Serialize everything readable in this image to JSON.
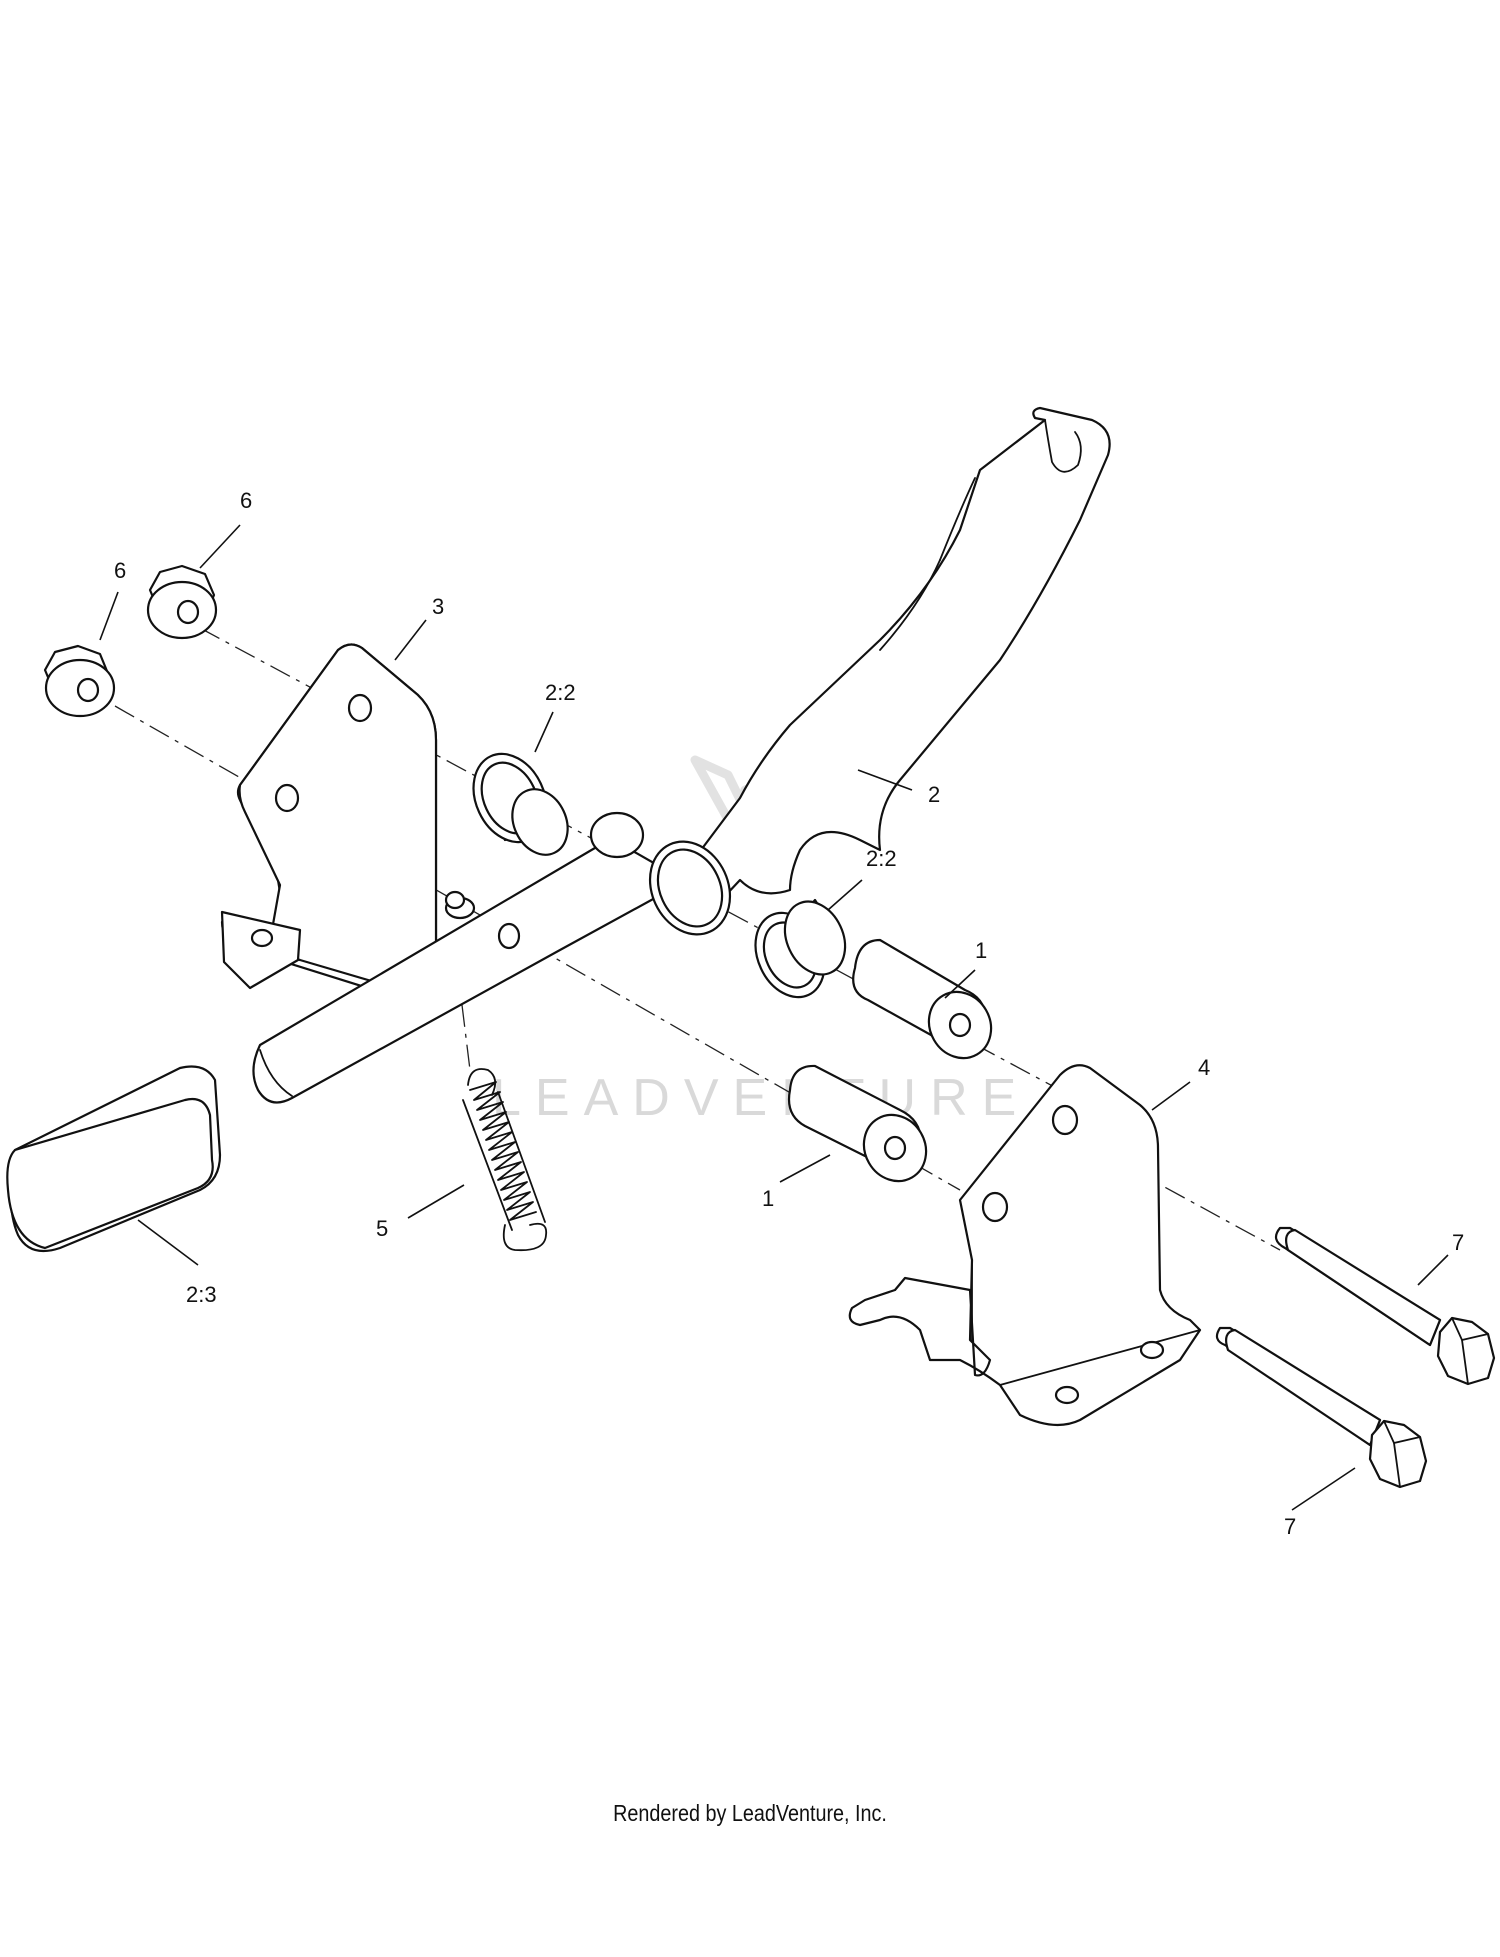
{
  "diagram": {
    "callouts": [
      {
        "id": "c-6a",
        "label": "6"
      },
      {
        "id": "c-6b",
        "label": "6"
      },
      {
        "id": "c-3",
        "label": "3"
      },
      {
        "id": "c-22a",
        "label": "2:2"
      },
      {
        "id": "c-2",
        "label": "2"
      },
      {
        "id": "c-22b",
        "label": "2:2"
      },
      {
        "id": "c-1a",
        "label": "1"
      },
      {
        "id": "c-4",
        "label": "4"
      },
      {
        "id": "c-1b",
        "label": "1"
      },
      {
        "id": "c-5",
        "label": "5"
      },
      {
        "id": "c-23",
        "label": "2:3"
      },
      {
        "id": "c-7a",
        "label": "7"
      },
      {
        "id": "c-7b",
        "label": "7"
      }
    ],
    "watermark": "LEADVENTURE"
  },
  "footer": {
    "text": "Rendered by LeadVenture, Inc."
  }
}
